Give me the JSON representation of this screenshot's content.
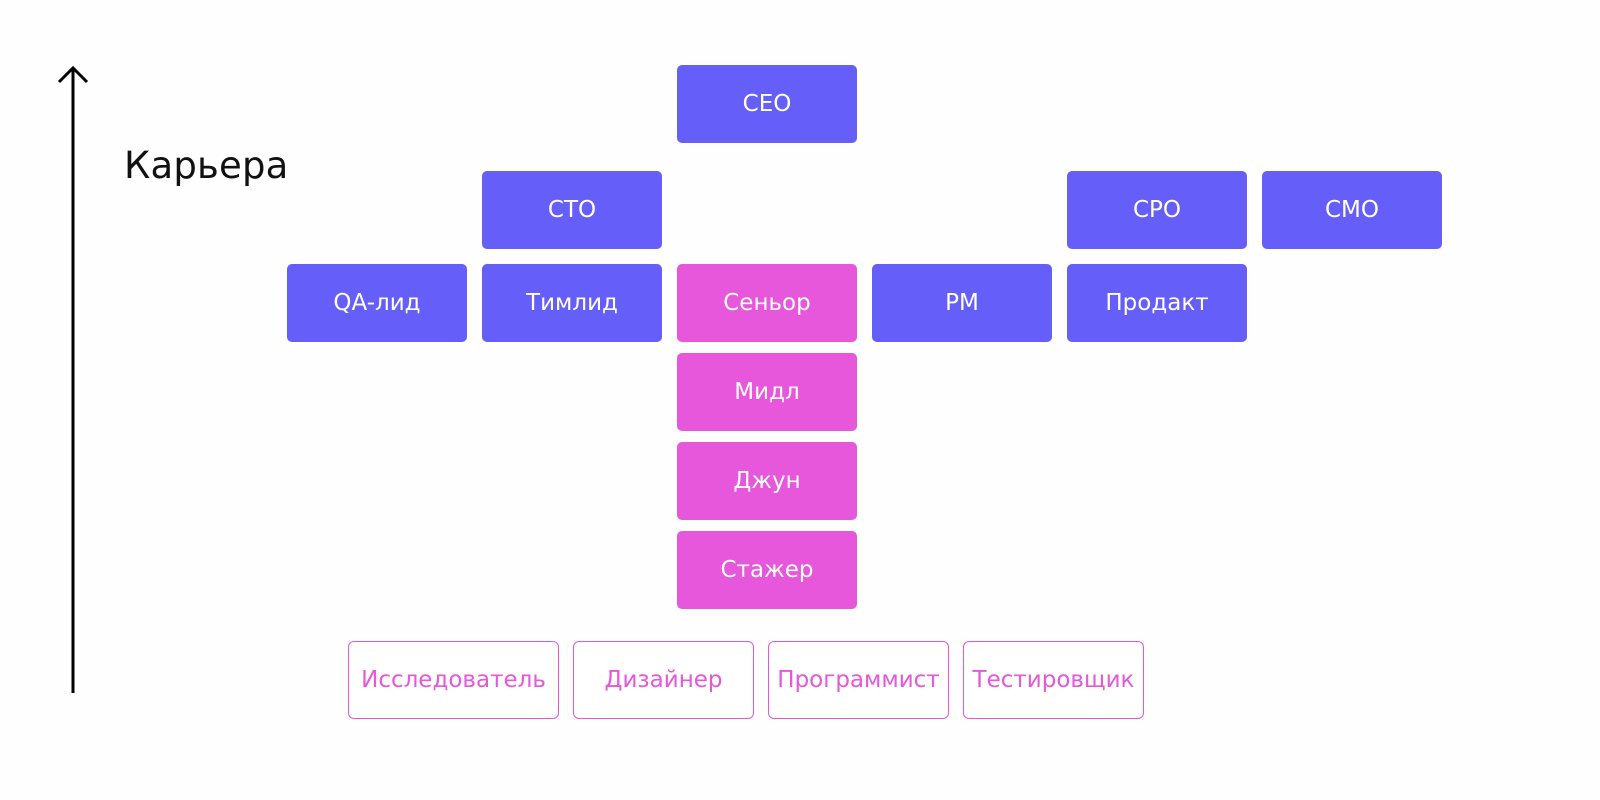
{
  "diagram": {
    "axis_label": "Карьера",
    "management_roles": {
      "ceo": "CEO",
      "cto": "CTO",
      "cpo": "CPO",
      "cmo": "CMO",
      "qa_lead": "QA-лид",
      "team_lead": "Тимлид",
      "pm": "PM",
      "product": "Продакт"
    },
    "grade_ladder": {
      "senior": "Сеньор",
      "middle": "Мидл",
      "junior": "Джун",
      "intern": "Стажер"
    },
    "specializations": {
      "researcher": "Исследователь",
      "designer": "Дизайнер",
      "programmer": "Программист",
      "tester": "Тестировщик"
    },
    "colors": {
      "management": "#665ef9",
      "grade": "#e657dc",
      "specialization_border": "#e657dc",
      "axis": "#000000"
    }
  }
}
